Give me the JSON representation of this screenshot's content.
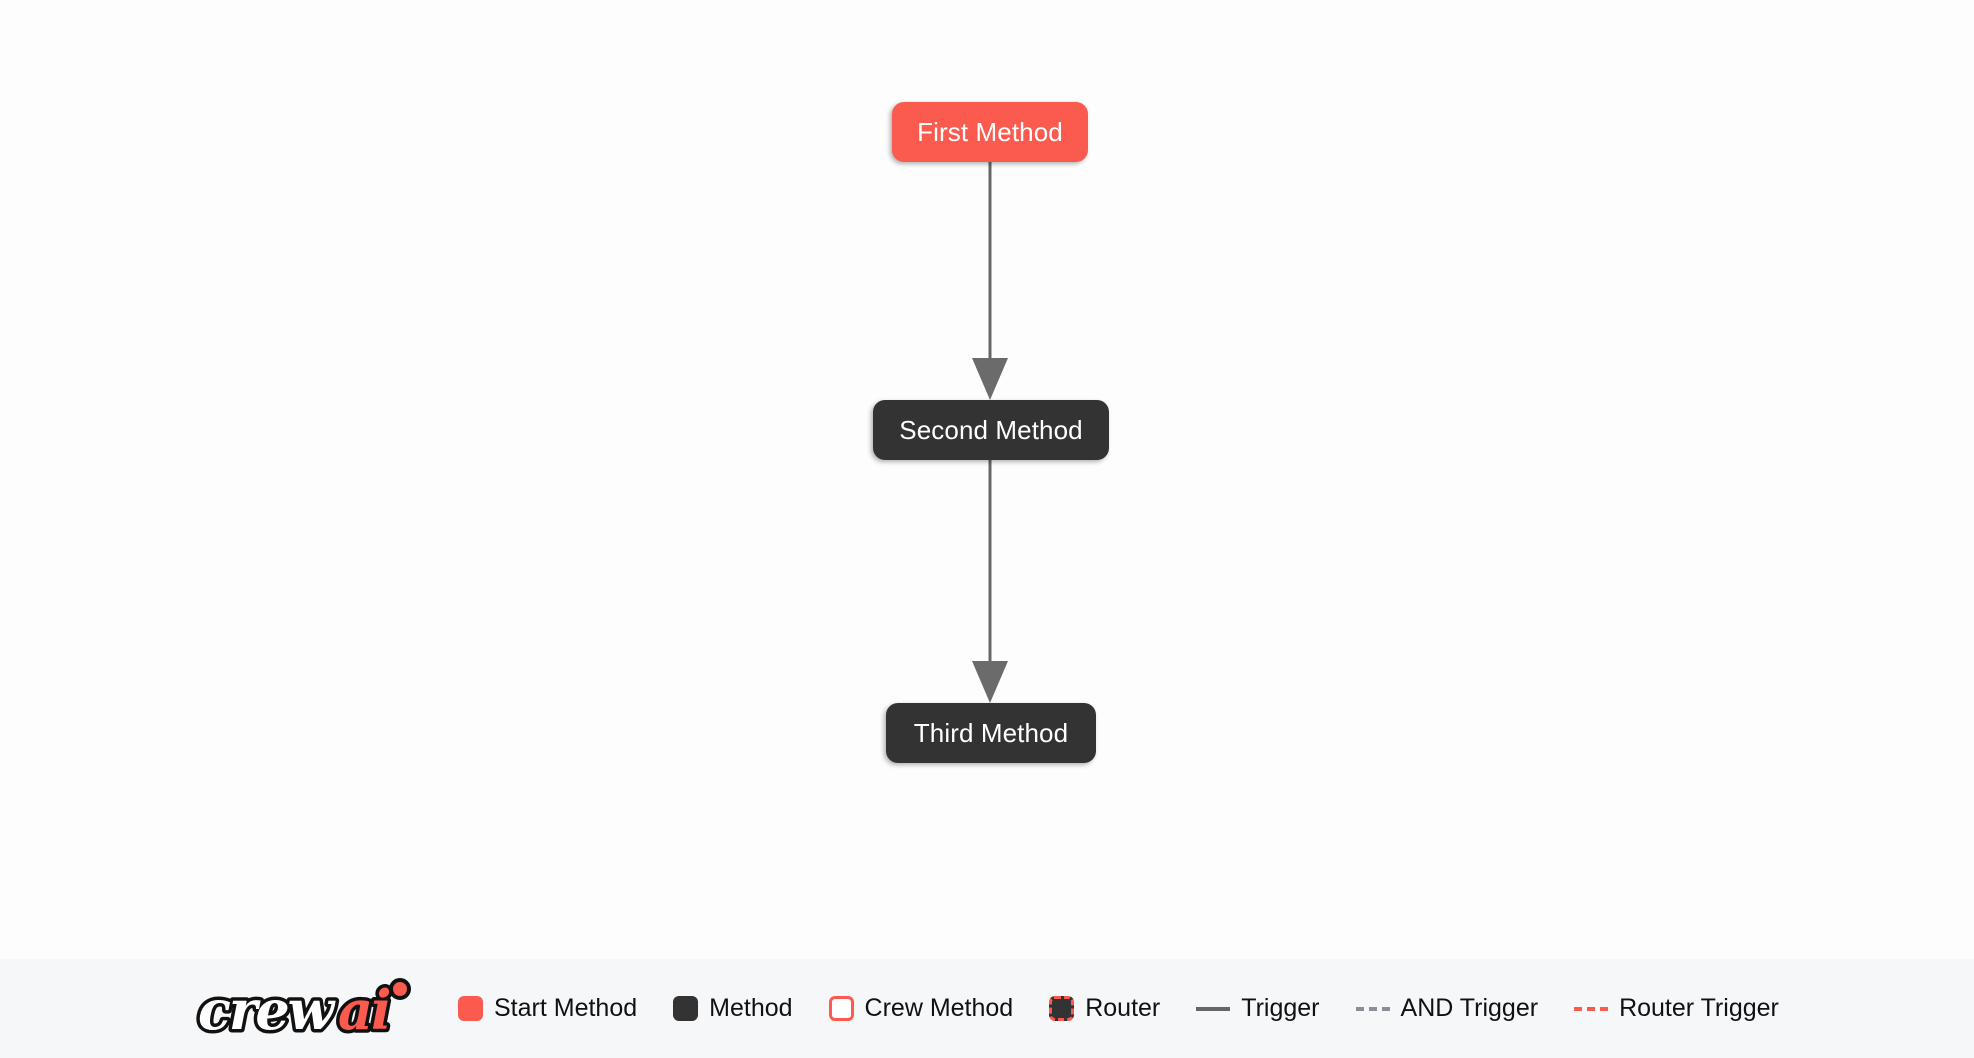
{
  "canvas": {
    "background_color": "#fdfdfd",
    "nodes": [
      {
        "id": "first",
        "label": "First Method",
        "type": "start-method",
        "color": "#fb5a4f"
      },
      {
        "id": "second",
        "label": "Second Method",
        "type": "method",
        "color": "#333333"
      },
      {
        "id": "third",
        "label": "Third Method",
        "type": "method",
        "color": "#333333"
      }
    ],
    "edges": [
      {
        "from": "first",
        "to": "second",
        "style": "trigger",
        "color": "#666666"
      },
      {
        "from": "second",
        "to": "third",
        "style": "trigger",
        "color": "#666666"
      }
    ]
  },
  "legend": {
    "background_color": "#f6f7f9",
    "logo": {
      "word_primary": "crew",
      "word_accent": "ai",
      "primary_color": "#ffffff",
      "accent_color": "#fb5a4f",
      "outline_color": "#111111"
    },
    "items": [
      {
        "label": "Start Method",
        "marker": "swatch-filled",
        "color": "#fb5a4f"
      },
      {
        "label": "Method",
        "marker": "swatch-filled",
        "color": "#333333"
      },
      {
        "label": "Crew Method",
        "marker": "swatch-outline",
        "color": "#fb5a4f"
      },
      {
        "label": "Router",
        "marker": "swatch-dashed",
        "color": "#fb5a4f"
      },
      {
        "label": "Trigger",
        "marker": "line-solid",
        "color": "#666666"
      },
      {
        "label": "AND Trigger",
        "marker": "line-dashed",
        "color": "#8a8f96"
      },
      {
        "label": "Router Trigger",
        "marker": "line-dashed",
        "color": "#fb5a4f"
      }
    ]
  }
}
